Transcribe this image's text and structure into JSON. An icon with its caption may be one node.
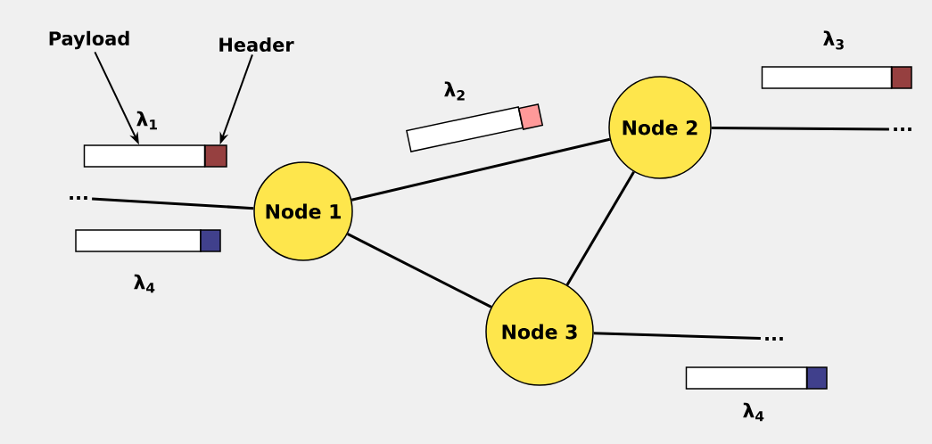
{
  "diagram": {
    "nodes": [
      {
        "text": [
          "Payload"
        ]
      },
      {
        "text": [
          "Header"
        ]
      },
      {
        "text": [],
        "shape": "bar"
      },
      {
        "text": [],
        "shape": "bar"
      },
      {
        "text": [
          "Node 1"
        ]
      },
      {
        "text": [
          "Node 2"
        ]
      },
      {
        "text": [
          "Node 3"
        ]
      },
      {
        "text": [
          "..."
        ]
      },
      {
        "text": [
          "..."
        ]
      },
      {
        "text": [
          "..."
        ]
      },
      {
        "text": [],
        "shape": "bar"
      },
      {
        "text": [],
        "shape": "bar"
      },
      {
        "text": [],
        "shape": "bar"
      },
      {
        "text": [],
        "shape": "bar"
      },
      {
        "text": [],
        "shape": "bar"
      },
      {
        "text": [],
        "shape": "bar"
      },
      {
        "text": [],
        "shape": "bar"
      },
      {
        "text": [],
        "shape": "bar"
      }
    ],
    "edges": [
      {
        "from": 0,
        "to": 2,
        "arrow": "to"
      },
      {
        "from": 1,
        "to": 3,
        "arrow": "to"
      },
      {
        "from": 7,
        "to": 4,
        "arrow": "none"
      },
      {
        "from": 4,
        "to": 5,
        "arrow": "none"
      },
      {
        "from": 4,
        "to": 6,
        "arrow": "none"
      },
      {
        "from": 5,
        "to": 6,
        "arrow": "none"
      },
      {
        "from": 5,
        "to": 8,
        "arrow": "none"
      },
      {
        "from": 6,
        "to": 9,
        "arrow": "none"
      }
    ],
    "labels": [
      "λ$_{1}$",
      "λ$_{2}$",
      "λ$_{3}$",
      "λ$_{4}$",
      "λ$_{4}$"
    ]
  }
}
